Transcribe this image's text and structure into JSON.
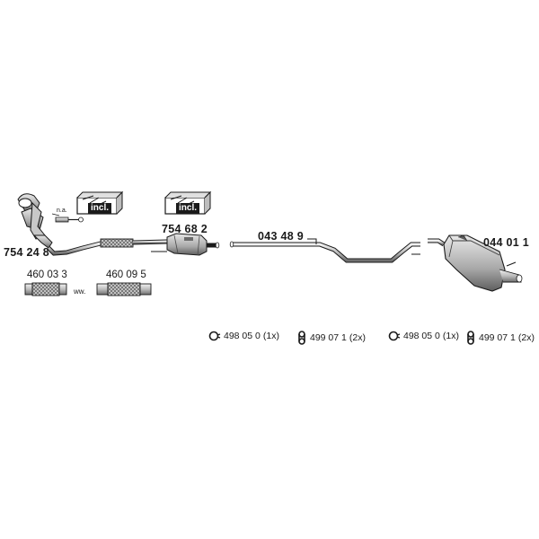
{
  "parts": {
    "manifold_cat": "754 24 8",
    "flex_a": "460 03 3",
    "flex_b": "460 09 5",
    "cat_converter": "754 68 2",
    "middle_pipe": "043 48 9",
    "rear_muffler": "044 01 1"
  },
  "notes": {
    "not_available": "n.a.",
    "alternative": "ww."
  },
  "kits": {
    "kit_1_label": "incl.",
    "kit_2_label": "incl."
  },
  "hardware": [
    {
      "icon": "clamp-ring",
      "part": "498 05 0",
      "qty": "(1x)"
    },
    {
      "icon": "rubber-hanger",
      "part": "499 07 1",
      "qty": "(2x)"
    },
    {
      "icon": "clamp-ring",
      "part": "498 05 0",
      "qty": "(1x)"
    },
    {
      "icon": "rubber-hanger",
      "part": "499 07 1",
      "qty": "(2x)"
    }
  ],
  "colors": {
    "line": "#1a1a1a",
    "shade": "#9a9a9a",
    "light": "#d6d6d6"
  }
}
